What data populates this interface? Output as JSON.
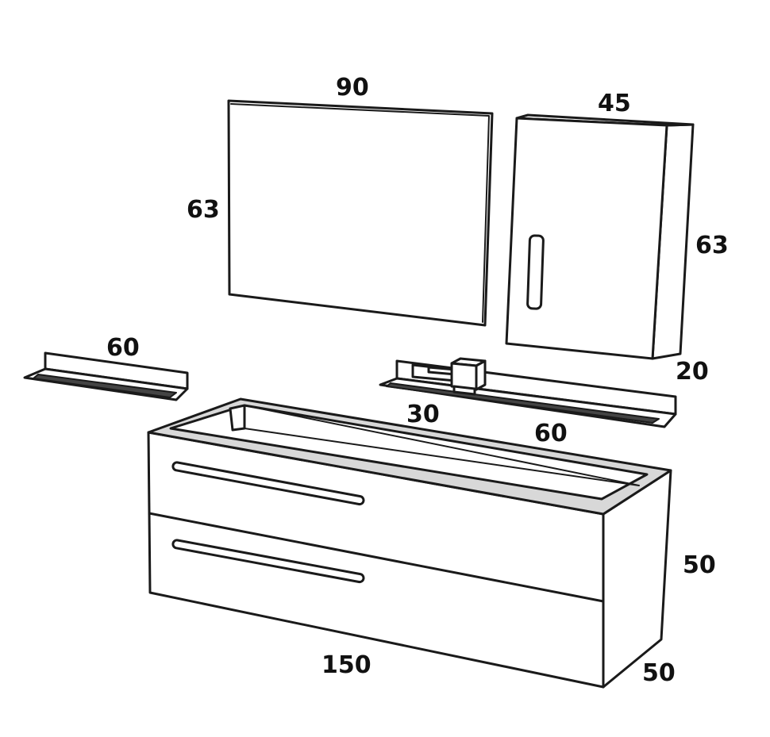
{
  "dimensions": {
    "mirror_width": "90",
    "mirror_height": "63",
    "cabinet_width": "45",
    "cabinet_height": "63",
    "cabinet_depth": "20",
    "left_shelf_width": "60",
    "right_shelf_width": "60",
    "right_shelf_depth": "30",
    "vanity_width": "150",
    "vanity_height": "50",
    "vanity_depth": "50"
  }
}
